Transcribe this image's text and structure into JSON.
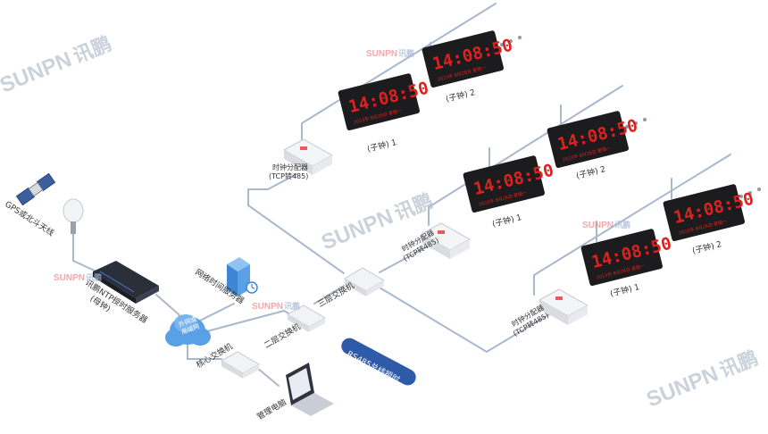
{
  "watermark": {
    "brand_latin": "SUNPN",
    "brand_cn": "讯鹏"
  },
  "gps": {
    "label": "GPS或北斗天线"
  },
  "ntp_server": {
    "label_line1": "讯鹏NTP授时服务器",
    "label_line2": "(母钟)"
  },
  "cloud": {
    "line1": "外网或",
    "line2": "局域网"
  },
  "net_time_server": {
    "label": "网络时间服务器"
  },
  "core_switch": {
    "label": "核心交换机"
  },
  "l2_switch": {
    "label": "二层交换机"
  },
  "l3_switch": {
    "label": "三层交换机"
  },
  "laptop": {
    "label": "管理电脑"
  },
  "rs485_badge": {
    "label": "RS485总线授时"
  },
  "distributor": {
    "line1": "时钟分配器",
    "line2": "(TCP转485)"
  },
  "clock": {
    "time": "14:08:50",
    "date_line": "2023年 8月28日 星期一",
    "child1": "(子钟) 1",
    "child2": "(子钟) 2"
  },
  "colors": {
    "line": "#a9b8cc",
    "clock_body": "#1c1c1e",
    "digit": "#e0201c",
    "badge": "#2e5aa8",
    "watermark": "#b9c3cf"
  }
}
